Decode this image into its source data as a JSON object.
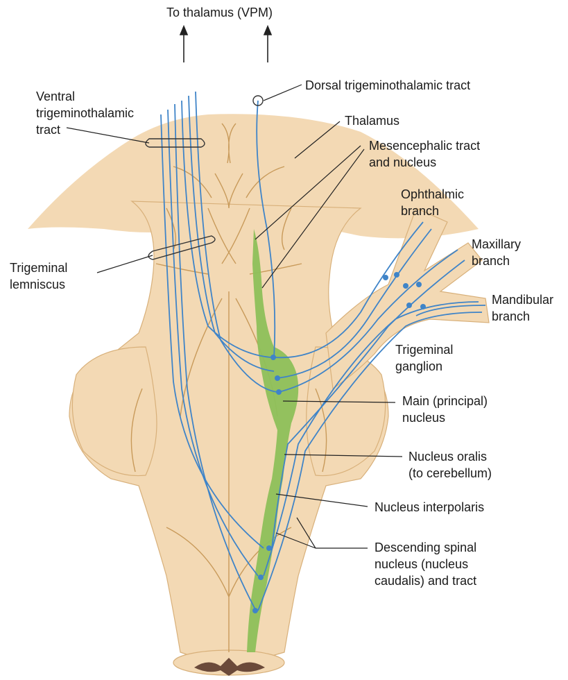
{
  "labels": {
    "to_thalamus": "To thalamus (VPM)",
    "dorsal_tract": "Dorsal trigeminothalamic tract",
    "ventral_tract": [
      "Ventral",
      "trigeminothalamic",
      "tract"
    ],
    "thalamus": "Thalamus",
    "mesencephalic": [
      "Mesencephalic tract",
      "and nucleus"
    ],
    "ophthalmic": [
      "Ophthalmic",
      "branch"
    ],
    "maxillary": [
      "Maxillary",
      "branch"
    ],
    "mandibular": [
      "Mandibular",
      "branch"
    ],
    "trigeminal_lemniscus": [
      "Trigeminal",
      "lemniscus"
    ],
    "trigeminal_ganglion": [
      "Trigeminal",
      "ganglion"
    ],
    "main_nucleus": [
      "Main (principal)",
      "nucleus"
    ],
    "nucleus_oralis": [
      "Nucleus oralis",
      "(to cerebellum)"
    ],
    "nucleus_interpolaris": "Nucleus interpolaris",
    "descending_spinal": [
      "Descending spinal",
      "nucleus (nucleus",
      "caudalis) and tract"
    ]
  },
  "colors": {
    "tissue": "#f3d9b4",
    "tissue_outline": "#c89a5a",
    "nerve_fiber": "#3f84c8",
    "nucleus_green": "#8dc05a",
    "spinal_gray": "#6b4a3a",
    "leader": "#222222"
  }
}
